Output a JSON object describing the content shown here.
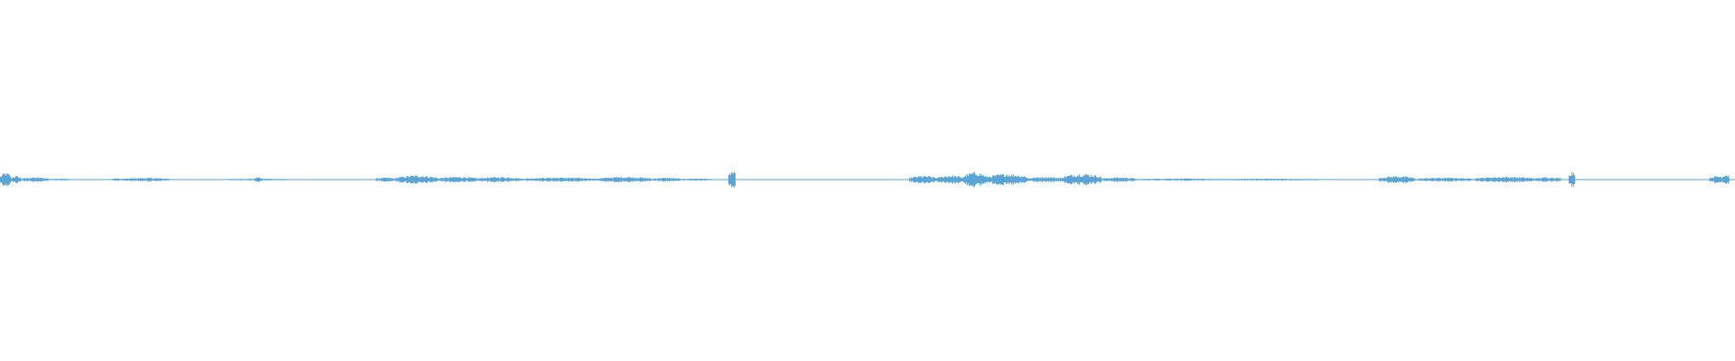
{
  "waveform": {
    "color": "#5aa5d6",
    "segments": [
      {
        "start": 0.0,
        "end": 0.006,
        "amp": 0.72
      },
      {
        "start": 0.006,
        "end": 0.012,
        "amp": 0.38
      },
      {
        "start": 0.012,
        "end": 0.028,
        "amp": 0.24
      },
      {
        "start": 0.028,
        "end": 0.04,
        "amp": 0.1
      },
      {
        "start": 0.064,
        "end": 0.07,
        "amp": 0.14
      },
      {
        "start": 0.07,
        "end": 0.098,
        "amp": 0.18
      },
      {
        "start": 0.132,
        "end": 0.165,
        "amp": 0.1
      },
      {
        "start": 0.147,
        "end": 0.151,
        "amp": 0.28
      },
      {
        "start": 0.216,
        "end": 0.228,
        "amp": 0.22
      },
      {
        "start": 0.228,
        "end": 0.252,
        "amp": 0.45
      },
      {
        "start": 0.252,
        "end": 0.275,
        "amp": 0.3
      },
      {
        "start": 0.275,
        "end": 0.3,
        "amp": 0.28
      },
      {
        "start": 0.3,
        "end": 0.345,
        "amp": 0.22
      },
      {
        "start": 0.345,
        "end": 0.375,
        "amp": 0.3
      },
      {
        "start": 0.375,
        "end": 0.392,
        "amp": 0.2
      },
      {
        "start": 0.392,
        "end": 0.41,
        "amp": 0.12
      },
      {
        "start": 0.42,
        "end": 0.424,
        "amp": 0.95
      },
      {
        "start": 0.524,
        "end": 0.54,
        "amp": 0.4
      },
      {
        "start": 0.54,
        "end": 0.555,
        "amp": 0.45
      },
      {
        "start": 0.555,
        "end": 0.568,
        "amp": 0.78
      },
      {
        "start": 0.568,
        "end": 0.592,
        "amp": 0.6
      },
      {
        "start": 0.592,
        "end": 0.612,
        "amp": 0.3
      },
      {
        "start": 0.612,
        "end": 0.635,
        "amp": 0.62
      },
      {
        "start": 0.635,
        "end": 0.655,
        "amp": 0.24
      },
      {
        "start": 0.655,
        "end": 0.7,
        "amp": 0.12
      },
      {
        "start": 0.7,
        "end": 0.76,
        "amp": 0.1
      },
      {
        "start": 0.795,
        "end": 0.815,
        "amp": 0.38
      },
      {
        "start": 0.815,
        "end": 0.85,
        "amp": 0.2
      },
      {
        "start": 0.85,
        "end": 0.885,
        "amp": 0.3
      },
      {
        "start": 0.885,
        "end": 0.9,
        "amp": 0.26
      },
      {
        "start": 0.904,
        "end": 0.908,
        "amp": 0.95
      },
      {
        "start": 0.985,
        "end": 0.995,
        "amp": 0.38
      },
      {
        "start": 0.992,
        "end": 0.997,
        "amp": 0.55
      }
    ]
  }
}
